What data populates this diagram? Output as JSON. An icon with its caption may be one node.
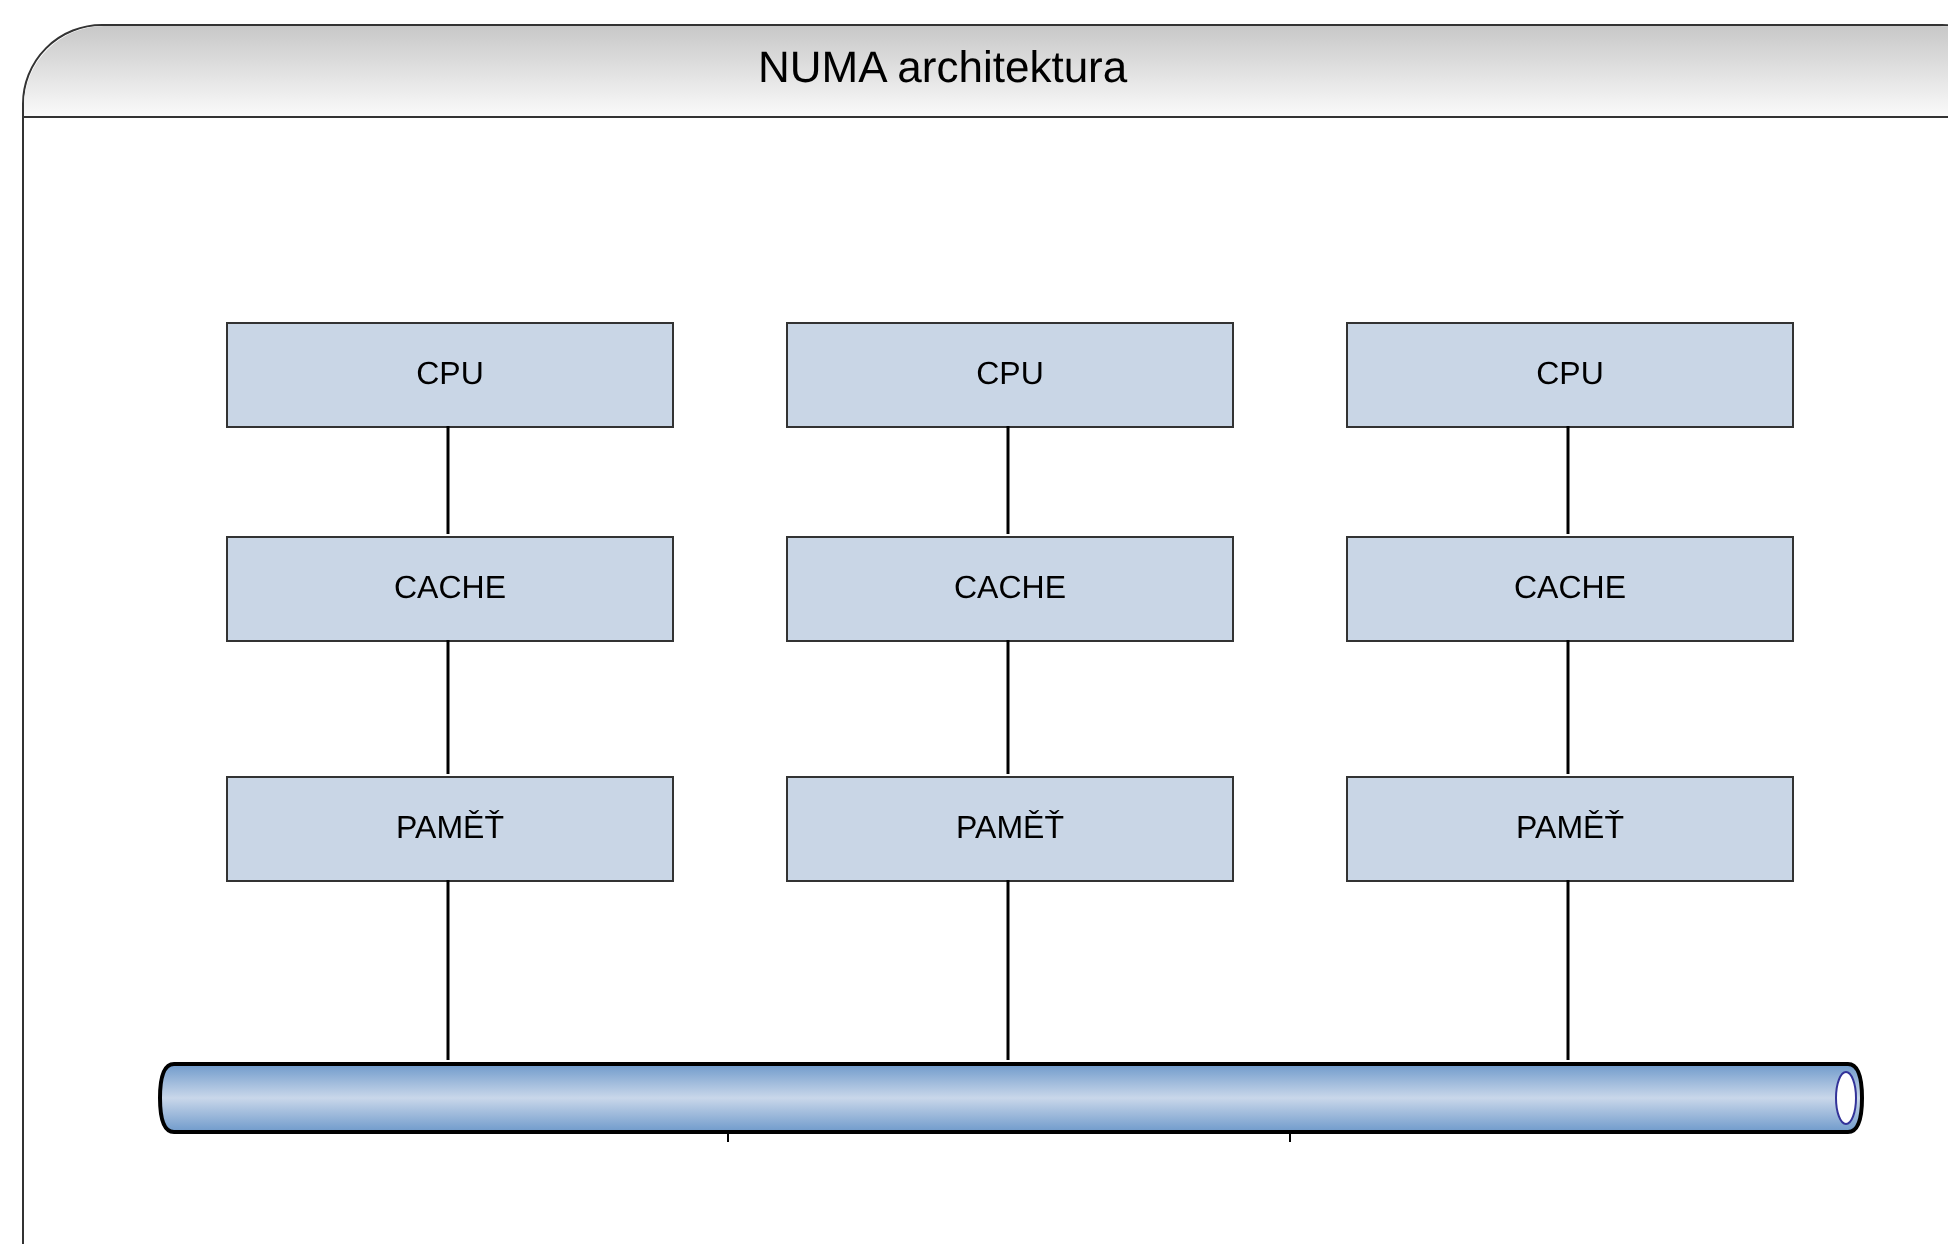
{
  "diagram": {
    "nodes": [
      {
        "text": [
          "NUMA architektura"
        ]
      },
      {
        "text": [
          "CPU"
        ],
        "in": 0
      },
      {
        "text": [
          "CPU"
        ],
        "in": 0
      },
      {
        "text": [
          "CPU"
        ],
        "in": 0
      },
      {
        "text": [
          "CACHE"
        ],
        "in": 0
      },
      {
        "text": [
          "CACHE"
        ],
        "in": 0
      },
      {
        "text": [
          "CACHE"
        ],
        "in": 0
      },
      {
        "text": [
          "PAMĚŤ"
        ],
        "in": 0
      },
      {
        "text": [
          "PAMĚŤ"
        ],
        "in": 0
      },
      {
        "text": [
          "PAMĚŤ"
        ],
        "in": 0
      },
      {
        "text": [],
        "shape": "cylinder",
        "in": 0
      }
    ],
    "edges": [
      {
        "from": 1,
        "to": 4,
        "arrow": "none"
      },
      {
        "from": 2,
        "to": 5,
        "arrow": "none"
      },
      {
        "from": 3,
        "to": 6,
        "arrow": "none"
      },
      {
        "from": 4,
        "to": 7,
        "arrow": "none"
      },
      {
        "from": 5,
        "to": 8,
        "arrow": "none"
      },
      {
        "from": 6,
        "to": 9,
        "arrow": "none"
      },
      {
        "from": 7,
        "to": 10,
        "arrow": "none"
      },
      {
        "from": 8,
        "to": 10,
        "arrow": "none"
      },
      {
        "from": 9,
        "to": 10,
        "arrow": "none"
      }
    ]
  }
}
